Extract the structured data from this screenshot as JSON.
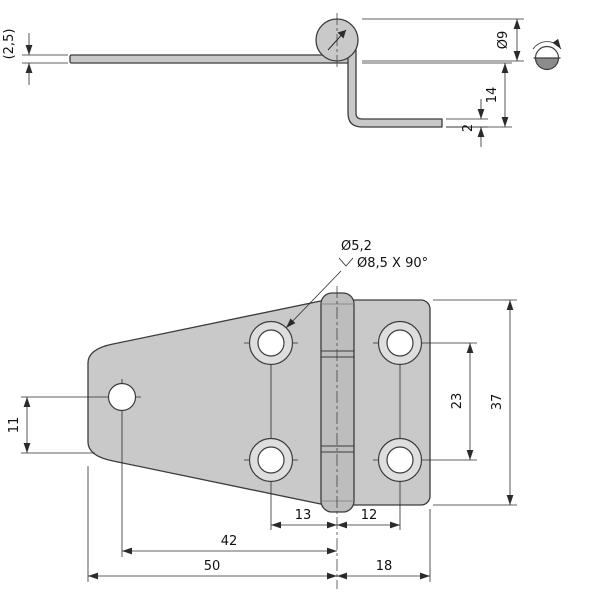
{
  "document": {
    "type": "technical-drawing",
    "subject": "offset hinge, two views with dimensions"
  },
  "colors": {
    "background": "#ffffff",
    "part_fill": "#c9c9c9",
    "knuckle_fill": "#bdbdbd",
    "countersink_ring_fill": "#dedede",
    "hole_fill": "#ffffff",
    "outline": "#3c3c3c",
    "dimension_line": "#2b2b2b",
    "text": "#111111",
    "rotation_symbol_fill": "#8c8c8c"
  },
  "side_view": {
    "dimensions": {
      "leaf_thickness_ref": "(2,5)",
      "knuckle_diameter": "Ø9",
      "offset_height": "14",
      "material_thickness": "2"
    }
  },
  "plan_view": {
    "hole_callout": {
      "line1": "Ø5,2",
      "line2": "Ø8,5 X 90°"
    },
    "dimensions": {
      "edge_to_hole": "11",
      "left_hole_offset": "13",
      "right_hole_offset": "12",
      "hole_span": "42",
      "left_leaf_width": "50",
      "right_leaf_width": "18",
      "hole_pitch_vertical": "23",
      "leaf_height": "37"
    }
  }
}
